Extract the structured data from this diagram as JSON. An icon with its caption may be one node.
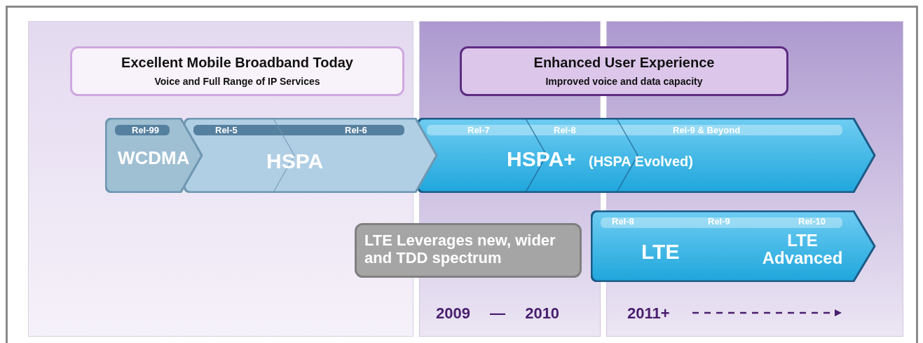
{
  "diagram": {
    "nodes": [
      {
        "text": [
          "Excellent Mobile Broadband Today",
          "Voice and Full Range of IP Services"
        ]
      },
      {
        "text": [
          "Enhanced User Experience",
          "Improved voice and data capacity"
        ]
      },
      {
        "text": [
          "Rel-99",
          "WCDMA"
        ]
      },
      {
        "text": [
          "Rel-5",
          "Rel-6",
          "HSPA"
        ]
      },
      {
        "text": [
          "Rel-7",
          "Rel-8",
          "Rel-9 & Beyond",
          "HSPA+",
          "(HSPA Evolved)"
        ]
      },
      {
        "text": [
          "LTE Leverages new, wider and TDD spectrum"
        ]
      },
      {
        "text": [
          "Rel-8",
          "Rel-9",
          "Rel-10",
          "LTE",
          "LTE Advanced"
        ]
      }
    ],
    "labels": [
      "2009 — 2010",
      "2011+"
    ]
  }
}
